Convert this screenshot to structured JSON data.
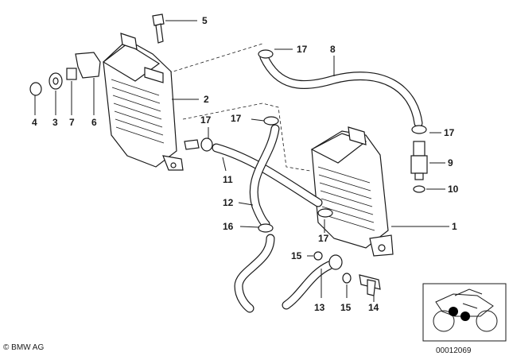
{
  "callouts": {
    "c1": "1",
    "c2": "2",
    "c3": "3",
    "c4": "4",
    "c5": "5",
    "c6": "6",
    "c7": "7",
    "c8": "8",
    "c9": "9",
    "c10": "10",
    "c11": "11",
    "c12": "12",
    "c13": "13",
    "c14": "14",
    "c15a": "15",
    "c15b": "15",
    "c16": "16",
    "c17a": "17",
    "c17b": "17",
    "c17c": "17",
    "c17d": "17",
    "c17e": "17"
  },
  "footer": {
    "copyright": "© BMW AG",
    "doc_number": "00012069"
  },
  "colors": {
    "line": "#1a1a1a",
    "background": "#ffffff"
  }
}
